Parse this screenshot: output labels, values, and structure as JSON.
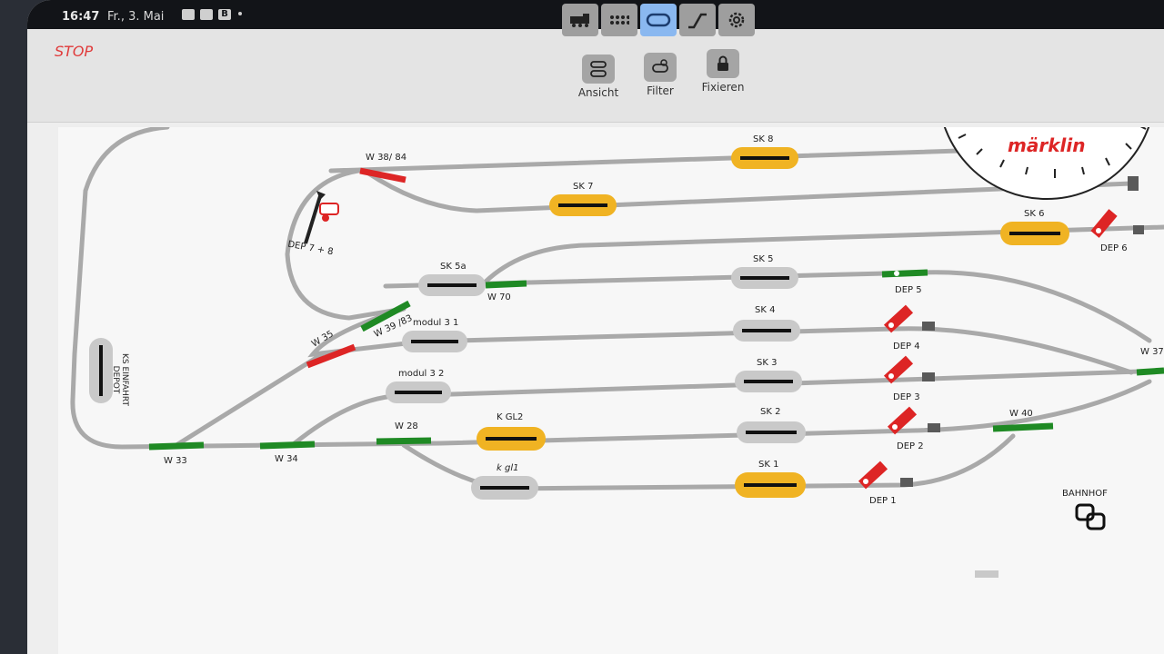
{
  "status": {
    "time": "16:47",
    "date": "Fr., 3. Mai",
    "badge": "B"
  },
  "header": {
    "stop_label": "STOP"
  },
  "modes": [
    "locomotive-icon",
    "keypad-icon",
    "layout-icon",
    "route-icon",
    "gear-icon"
  ],
  "tools": [
    {
      "label": "Ansicht",
      "icon": "view-icon"
    },
    {
      "label": "Filter",
      "icon": "filter-icon"
    },
    {
      "label": "Fixieren",
      "icon": "lock-icon"
    }
  ],
  "clock": {
    "brand": "märklin"
  },
  "labels": {
    "sk8": "SK 8",
    "sk7": "SK 7",
    "sk6": "SK 6",
    "sk5a": "SK 5a",
    "sk5": "SK 5",
    "sk4": "SK 4",
    "sk3": "SK 3",
    "sk2": "SK 2",
    "sk1": "SK 1",
    "modul31": "modul 3 1",
    "modul32": "modul 3 2",
    "kgl2": "K GL2",
    "kgl1": "k gl1",
    "w3884": "W 38/ 84",
    "w70": "W 70",
    "w3983": "W 39 /83",
    "w35": "W 35",
    "w33": "W 33",
    "w34": "W 34",
    "w28": "W 28",
    "w40": "W 40",
    "w37": "W 37",
    "dep78": "DEP 7 + 8",
    "dep6": "DEP 6",
    "dep5": "DEP 5",
    "dep4": "DEP 4",
    "dep3": "DEP 3",
    "dep2": "DEP 2",
    "dep1": "DEP 1",
    "ks_depot": "KS EINFAHRT DEPOT",
    "bahnhof": "BAHNHOF"
  },
  "colors": {
    "track": "#a9a9a9",
    "occupied": "#f0b323",
    "free": "#c9c9c9",
    "switch_green": "#1f8a24",
    "switch_red": "#dd2525",
    "signal_red": "#dd2525"
  }
}
